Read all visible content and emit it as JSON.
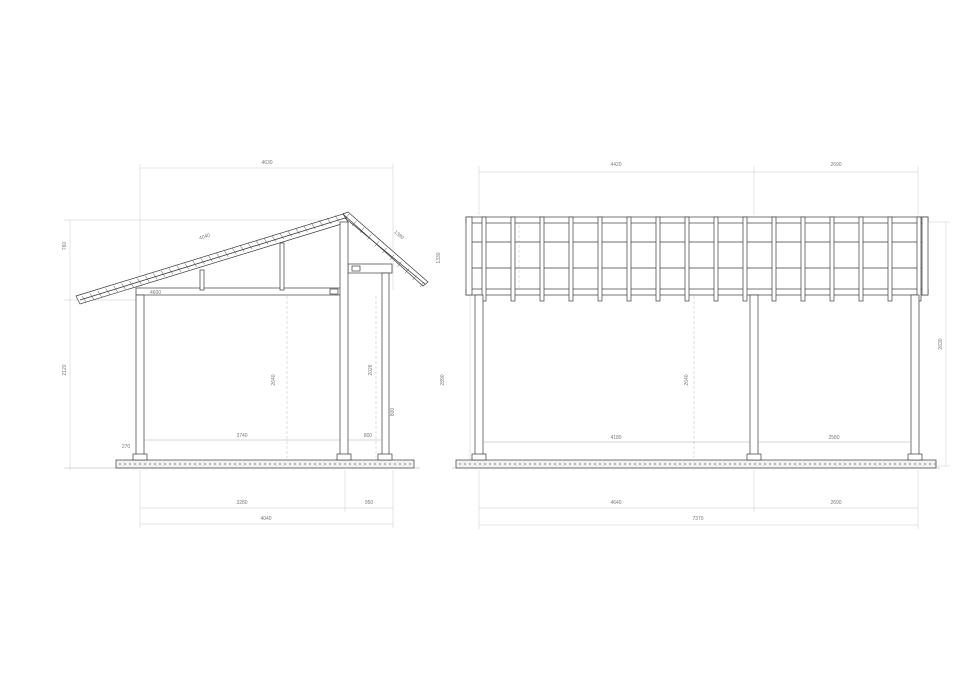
{
  "side_elevation": {
    "dims": {
      "top_total": "4630",
      "roof_slope_left": "4040",
      "roof_slope_right": "1380",
      "left_rise": "760",
      "right_rise": "1330",
      "left_height": "2120",
      "inner_height_a": "2640",
      "inner_height_b": "2026",
      "base_small": "270",
      "side_small": "800",
      "inner_span_a": "3740",
      "inner_span_b": "800",
      "bottom_a": "3280",
      "bottom_b": "950",
      "bottom_total": "4040",
      "beam_tag": "4600"
    }
  },
  "front_elevation": {
    "dims": {
      "top_a": "4420",
      "top_b": "2690",
      "right_height": "2630",
      "left_height": "2890",
      "inner_height": "2640",
      "inner_span_a": "4180",
      "inner_span_b": "2580",
      "bottom_a": "4640",
      "bottom_b": "2690",
      "bottom_total": "7370"
    }
  }
}
